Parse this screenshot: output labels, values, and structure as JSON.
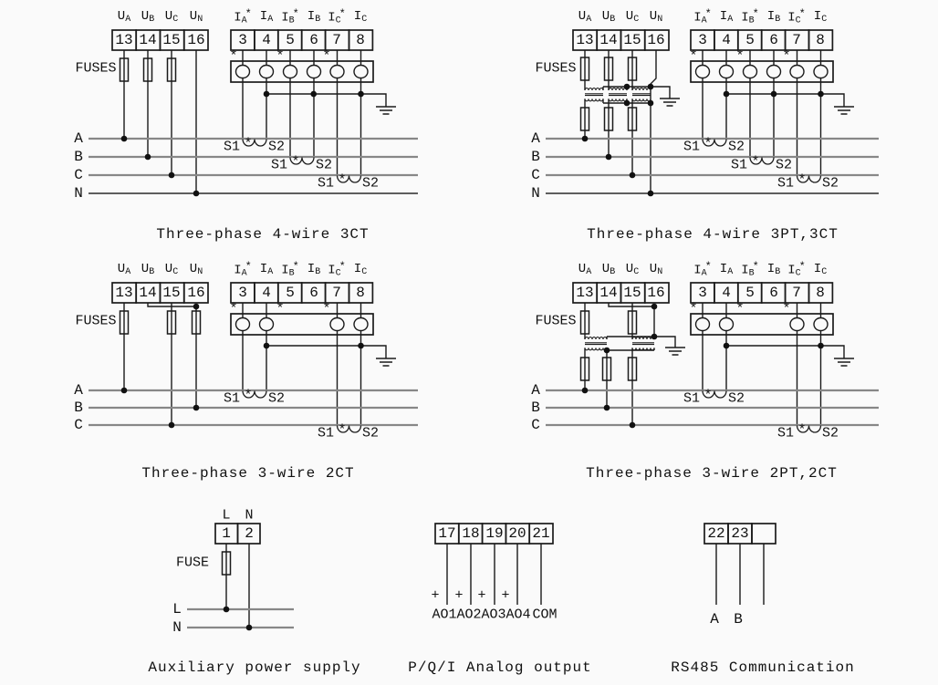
{
  "v": {
    "t": [
      "13",
      "14",
      "15",
      "16"
    ],
    "l": [
      [
        "U",
        "A"
      ],
      [
        "U",
        "B"
      ],
      [
        "U",
        "C"
      ],
      [
        "U",
        "N"
      ]
    ]
  },
  "c": {
    "t": [
      "3",
      "4",
      "5",
      "6",
      "7",
      "8"
    ],
    "l": [
      [
        "I",
        "A",
        "*"
      ],
      [
        "I",
        "A",
        ""
      ],
      [
        "I",
        "B",
        "*"
      ],
      [
        "I",
        "B",
        ""
      ],
      [
        "I",
        "C",
        "*"
      ],
      [
        "I",
        "C",
        ""
      ]
    ]
  },
  "labels": {
    "fuses": "FUSES",
    "fuse": "FUSE",
    "s1": "S1",
    "s2": "S2",
    "star": "*",
    "plus": "+"
  },
  "phases": [
    "A",
    "B",
    "C",
    "N"
  ],
  "titles": {
    "d1": "Three-phase 4-wire 3CT",
    "d2": "Three-phase 4-wire 3PT,3CT",
    "d3": "Three-phase 3-wire 2CT",
    "d4": "Three-phase 3-wire 2PT,2CT",
    "aux": "Auxiliary power supply",
    "analog": "P/Q/I Analog output",
    "rs485": "RS485 Communication"
  },
  "aux": {
    "top": [
      "L",
      "N"
    ],
    "t": [
      "1",
      "2"
    ],
    "lines": [
      "L",
      "N"
    ]
  },
  "analog": {
    "t": [
      "17",
      "18",
      "19",
      "20",
      "21"
    ],
    "out": [
      "AO1",
      "AO2",
      "AO3",
      "AO4",
      "COM"
    ]
  },
  "rs485": {
    "t": [
      "22",
      "23"
    ],
    "wires": [
      "A",
      "B"
    ]
  },
  "colors": {
    "wire": "#1a1a1a",
    "phase_line": "#878787",
    "text": "#111111",
    "background": "#fafafa"
  }
}
